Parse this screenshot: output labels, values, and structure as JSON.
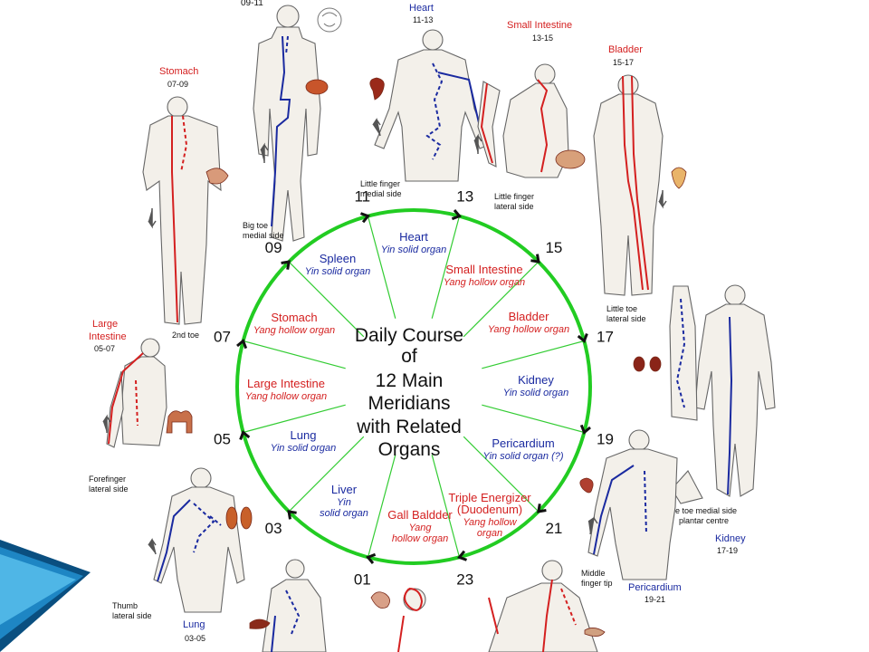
{
  "diagram": {
    "center_title": [
      "Daily Course",
      "of",
      "12 Main",
      "Meridians",
      "with Related",
      "Organs"
    ],
    "clock_hours": [
      "11",
      "13",
      "15",
      "17",
      "19",
      "21",
      "23",
      "01",
      "03",
      "05",
      "07",
      "09"
    ],
    "segments": [
      {
        "name": "Heart",
        "type": "Yin solid organ",
        "yin": true
      },
      {
        "name": "Small Intestine",
        "type": "Yang hollow organ",
        "yin": false
      },
      {
        "name": "Bladder",
        "type": "Yang hollow organ",
        "yin": false
      },
      {
        "name": "Kidney",
        "type": "Yin solid organ",
        "yin": true
      },
      {
        "name": "Pericardium",
        "type": "Yin solid organ (?)",
        "yin": true
      },
      {
        "name": "Triple Energizer (Duodenum)",
        "type": "Yang hollow organ",
        "yin": false
      },
      {
        "name": "Gall Baldder",
        "type": "Yang hollow organ",
        "yin": false
      },
      {
        "name": "Liver",
        "type": "Yin solid organ",
        "yin": true
      },
      {
        "name": "Lung",
        "type": "Yin solid organ",
        "yin": true
      },
      {
        "name": "Large Intestine",
        "type": "Yang hollow organ",
        "yin": false
      },
      {
        "name": "Stomach",
        "type": "Yang hollow organ",
        "yin": false
      },
      {
        "name": "Spleen",
        "type": "Yin solid organ",
        "yin": true
      }
    ],
    "figures": [
      {
        "key": "spleen",
        "time": "09-11",
        "start_note": "Big toe medial side"
      },
      {
        "key": "heart",
        "name": "Heart",
        "time": "11-13",
        "start_note": "Little finger medial side"
      },
      {
        "key": "small_intestine",
        "name": "Small Intestine",
        "time": "13-15",
        "start_note": "Little finger lateral side"
      },
      {
        "key": "bladder",
        "name": "Bladder",
        "time": "15-17",
        "start_note": "Little toe lateral side"
      },
      {
        "key": "kidney",
        "name": "Kidney",
        "time": "17-19",
        "start_note": "Little toe medial side plantar centre"
      },
      {
        "key": "pericardium",
        "name": "Pericardium",
        "time": "19-21",
        "start_note": "Middle finger tip"
      },
      {
        "key": "stomach",
        "name": "Stomach",
        "time": "07-09",
        "start_note": "2nd toe"
      },
      {
        "key": "large_intestine",
        "name": "Large Intestine",
        "time": "05-07",
        "start_note": "Forefinger lateral side"
      },
      {
        "key": "lung",
        "name": "Lung",
        "time": "03-05",
        "start_note": "Thumb lateral side"
      }
    ],
    "colors": {
      "circle": "#22cc22",
      "spoke": "#33cc33",
      "yin": "#1a2aa0",
      "yang": "#d42020",
      "text": "#111111",
      "slide_accent_dark": "#0a4f80",
      "slide_accent_light": "#4fb6e6"
    }
  }
}
